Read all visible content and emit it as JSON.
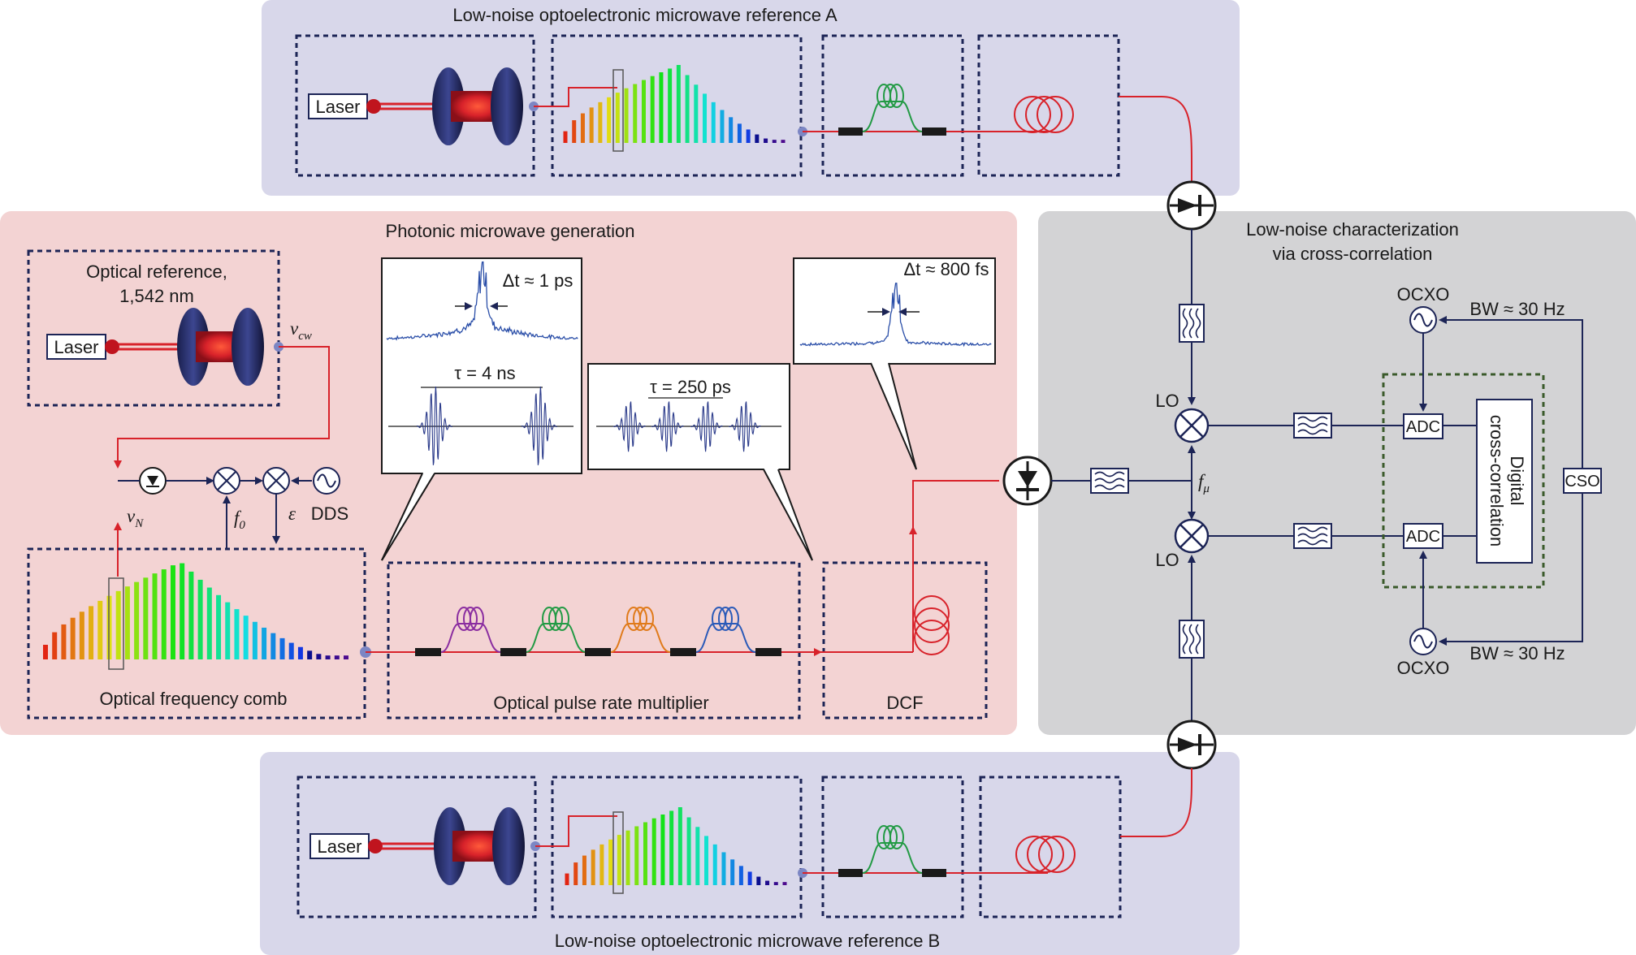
{
  "colors": {
    "reference_panel": "#d8d7ea",
    "generation_panel": "#f3d3d3",
    "characterization_panel": "#d3d3d5",
    "dashed_box": "#1c2456",
    "signal_line": "#d8222a",
    "electrical_line": "#1c2456",
    "mixer_stroke": "#1c2456",
    "delay_colors": [
      "#8a2da0",
      "#229a44",
      "#e07a1a",
      "#2a5ab8"
    ]
  },
  "panels": {
    "reference_a": {
      "title": "Low-noise optoelectronic microwave reference A",
      "laser_label": "Laser"
    },
    "reference_b": {
      "title": "Low-noise optoelectronic microwave reference B",
      "laser_label": "Laser"
    },
    "generation": {
      "title": "Photonic microwave generation",
      "optical_reference_line1": "Optical reference,",
      "optical_reference_line2": "1,542 nm",
      "laser_label": "Laser",
      "nu_cw": "ν",
      "nu_cw_sub": "cw",
      "nu_n": "ν",
      "nu_n_sub": "N",
      "f0": "f",
      "f0_sub": "0",
      "epsilon": "ε",
      "dds": "DDS",
      "comb_label": "Optical frequency comb",
      "multiplier_label": "Optical pulse rate multiplier",
      "dcf_label": "DCF",
      "callout_1_dt": "Δt ≈ 1 ps",
      "callout_1_tau": "τ = 4 ns",
      "callout_2_tau": "τ = 250 ps",
      "callout_3_dt": "Δt ≈ 800 fs"
    },
    "characterization": {
      "title_line1": "Low-noise characterization",
      "title_line2": "via cross-correlation",
      "ocxo_top": "OCXO",
      "ocxo_bottom": "OCXO",
      "bw_top": "BW ≈ 30 Hz",
      "bw_bottom": "BW ≈ 30 Hz",
      "lo_top": "LO",
      "lo_bottom": "LO",
      "f_mu": "f",
      "f_mu_sub": "μ",
      "adc_top": "ADC",
      "adc_bottom": "ADC",
      "digital_line1": "Digital",
      "digital_line2": "cross-correlation",
      "cso": "CSO"
    }
  }
}
